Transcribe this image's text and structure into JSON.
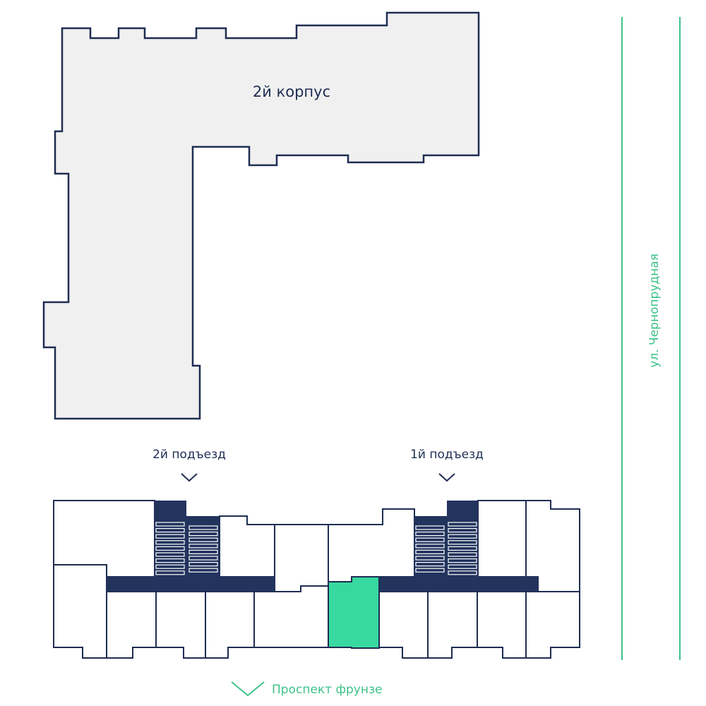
{
  "building": {
    "label": "2й корпус"
  },
  "entrances": [
    {
      "label": "2й подъезд"
    },
    {
      "label": "1й подъезд"
    }
  ],
  "streets": {
    "east": "ул. Чернопрудная",
    "south": "Проспект фрунзе"
  },
  "colors": {
    "outline": "#1e2d52",
    "building_fill": "#f0f0f0",
    "core": "#22335d",
    "selected_apartment": "#38d9a0",
    "street": "#3ec28a"
  },
  "icons": {
    "entrance_marker": "chevron-down-icon",
    "street_marker": "chevron-down-icon",
    "stairs": "stairs-icon"
  }
}
